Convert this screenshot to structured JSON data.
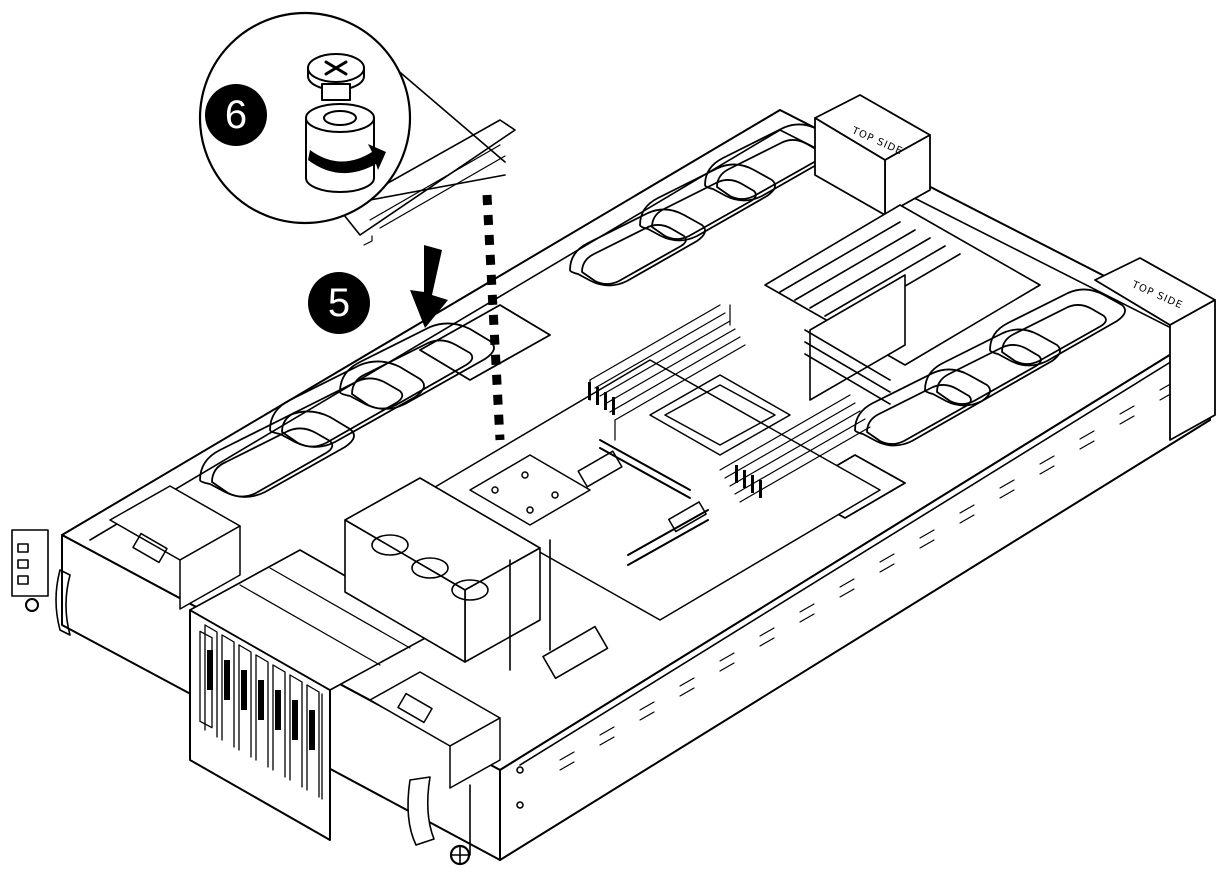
{
  "figure": {
    "steps": [
      {
        "label": "6",
        "action": "tighten-thumbscrew"
      },
      {
        "label": "5",
        "action": "lower-bracket-into-chassis"
      }
    ],
    "top_side_labels": [
      "TOP SIDE",
      "TOP SIDE"
    ],
    "colors": {
      "line": "#000000",
      "badge_fill": "#000000",
      "badge_text": "#ffffff",
      "background": "#ffffff"
    },
    "icons": [
      "arrow-down-icon",
      "rotate-clockwise-icon",
      "thumbscrew-icon"
    ]
  }
}
